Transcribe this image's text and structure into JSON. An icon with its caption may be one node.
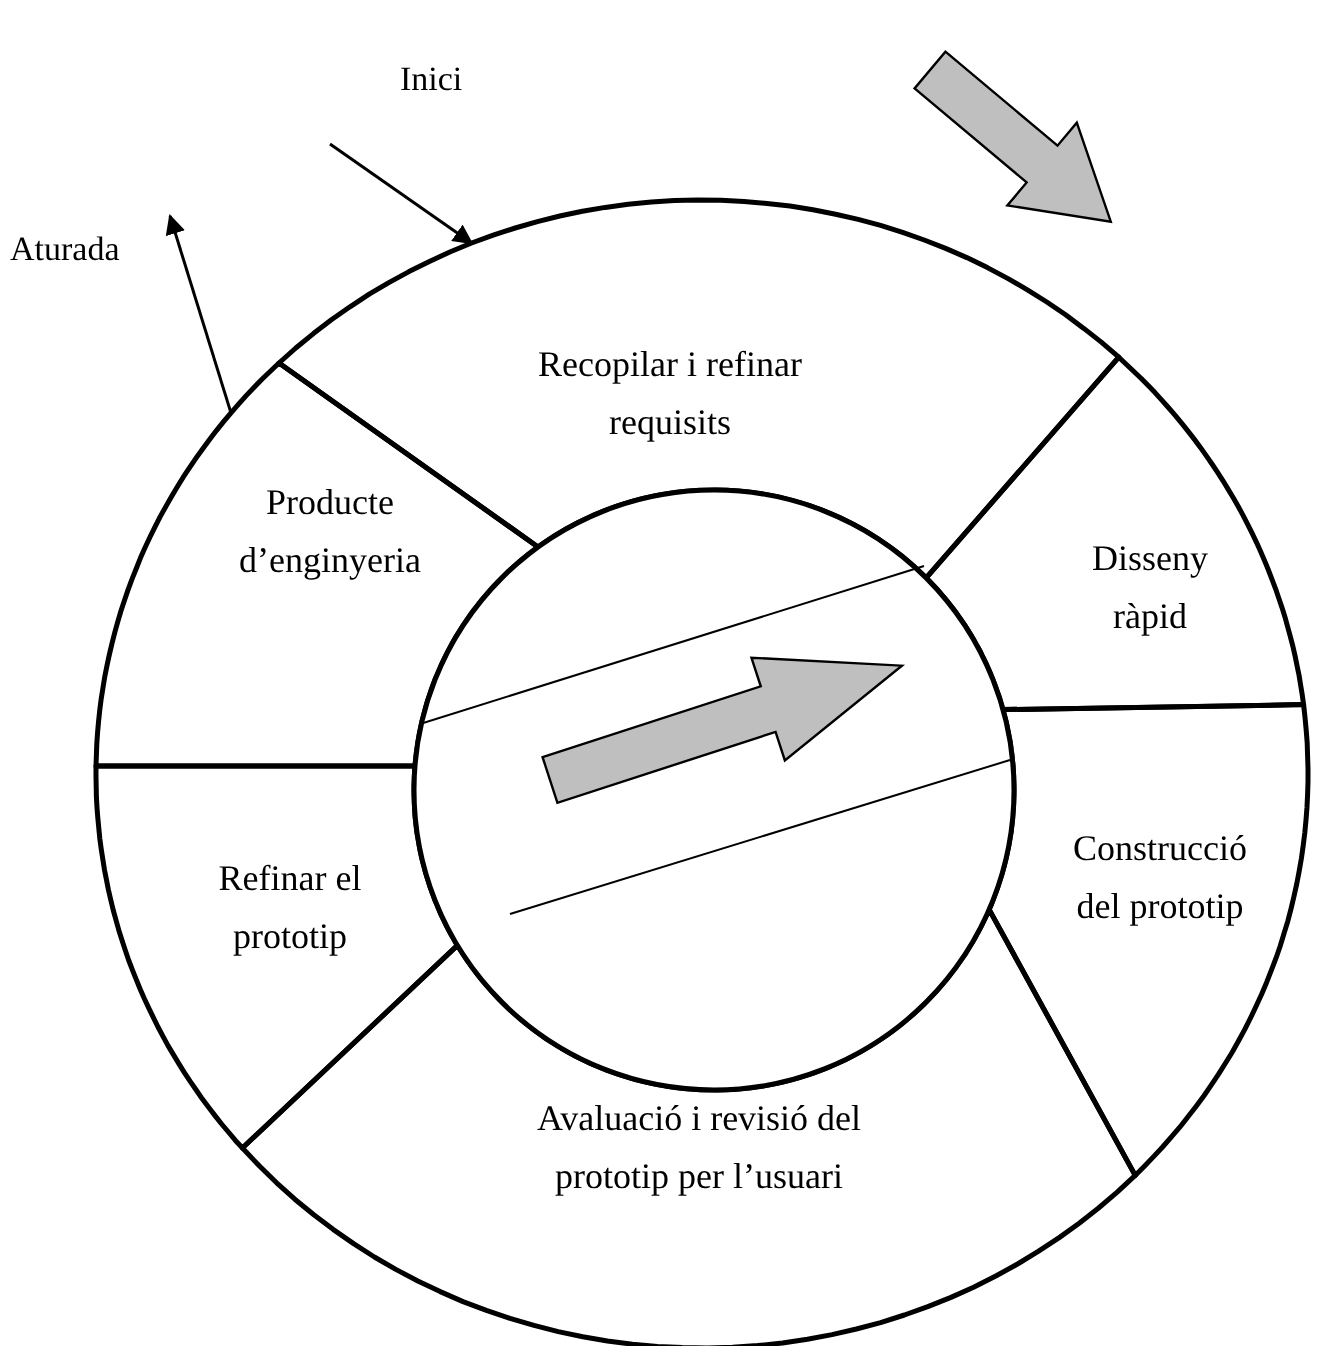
{
  "diagram": {
    "nodes": [
      {
        "text": [
          "Recopilar i refinar requisits"
        ]
      },
      {
        "text": [
          "Producte d’enginyeria"
        ]
      },
      {
        "text": [
          "Disseny ràpid"
        ]
      },
      {
        "text": [
          "Refinar el prototip"
        ]
      },
      {
        "text": [
          "Construcció del prototip"
        ]
      },
      {
        "text": [
          "Avaluació i revisió del prototip per l’usuari"
        ]
      },
      {
        "text": [],
        "shape": "circle"
      }
    ],
    "edges": [
      {
        "from": null,
        "to": 0,
        "arrow": "to",
        "label": "Inici"
      },
      {
        "from": 1,
        "to": null,
        "arrow": "to",
        "label": "Aturada"
      }
    ]
  }
}
